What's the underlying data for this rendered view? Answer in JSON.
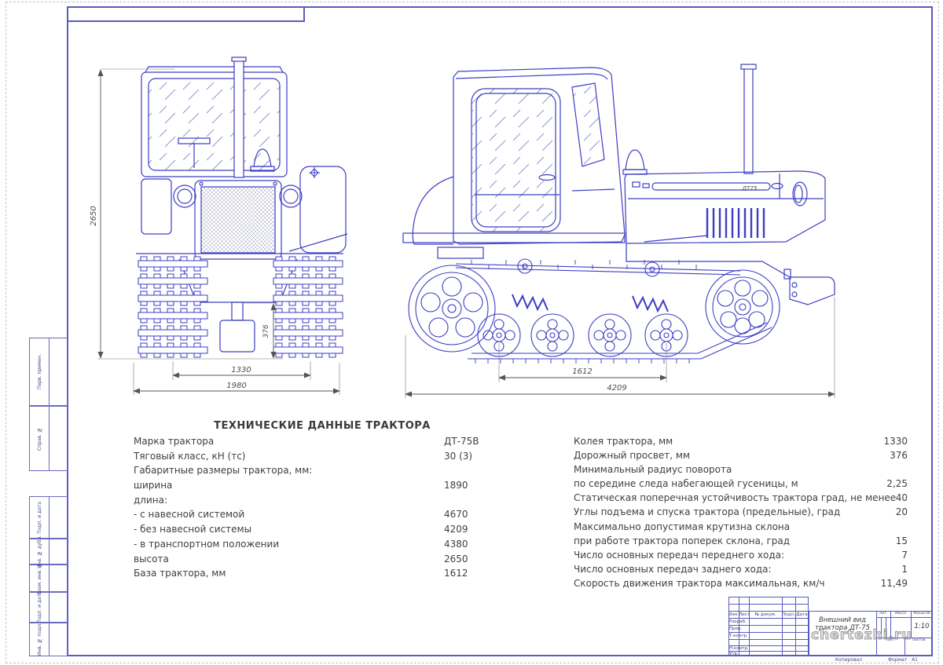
{
  "drawing": {
    "badge": "ДТ75",
    "front_view": {
      "dim_height": "2650",
      "dim_clearance": "376",
      "dim_gauge": "1330",
      "dim_width": "1980"
    },
    "side_view": {
      "dim_base": "1612",
      "dim_length": "4209"
    }
  },
  "tech_table": {
    "title": "ТЕХНИЧЕСКИЕ ДАННЫЕ ТРАКТОРА",
    "left_rows": [
      {
        "label": "Марка   трактора",
        "value": "ДТ-75В"
      },
      {
        "label": "Тяговый  класс,  кН  (тс)",
        "value": "30  (3)"
      },
      {
        "label": "Габаритные размеры трактора, мм:",
        "value": ""
      },
      {
        "label": "ширина",
        "value": "1890"
      },
      {
        "label": "длина:",
        "value": ""
      },
      {
        "label": "-  с   навесной   системой",
        "value": "4670"
      },
      {
        "label": "-  без   навесной   системы",
        "value": "4209"
      },
      {
        "label": "-  в   транспортном       положении",
        "value": "4380"
      },
      {
        "label": "высота",
        "value": "2650"
      },
      {
        "label": "База трактора, мм",
        "value": "1612"
      }
    ],
    "right_rows": [
      {
        "label": "Колея трактора, мм",
        "value": "1330"
      },
      {
        "label": "Дорожный просвет, мм",
        "value": "376"
      },
      {
        "label": "Минимальный радиус поворота",
        "value": ""
      },
      {
        "label": "по  середине   следа   набегающей   гусеницы,  м",
        "value": "2,25"
      },
      {
        "label": "Статическая поперечная устойчивость трактора  град,  не менее",
        "value": "40"
      },
      {
        "label": "Углы подъема и спуска трактора (предельные),   град",
        "value": "20"
      },
      {
        "label": "Максимально допустимая крутизна склона",
        "value": ""
      },
      {
        "label": "при работе трактора поперек  склона,  град",
        "value": "15"
      },
      {
        "label": "Число основных передач переднего хода:",
        "value": "7"
      },
      {
        "label": "Число основных передач заднего хода:",
        "value": "1"
      },
      {
        "label": "Скорость движения трактора максимальная, км/ч",
        "value": "11,49"
      }
    ]
  },
  "title_block": {
    "doc_title_line1": "Внешний вид",
    "doc_title_line2": "трактора ДТ-75",
    "scale_value": "1:10",
    "col_headers": {
      "izm": "Изм.",
      "list": "Лист",
      "doc": "№ докум.",
      "podp": "Подп.",
      "data": "Дата"
    },
    "row_labels": [
      "Разраб.",
      "Пров.",
      "Т.контр.",
      "Н.контр.",
      "Утв."
    ],
    "right_headers": {
      "lit": "Лит.",
      "massa": "Масса",
      "masshtab": "Масштаб"
    },
    "bottom_headers": {
      "list": "Лист",
      "listov": "Листов"
    },
    "footer": {
      "copied": "Копировал",
      "format": "Формат",
      "format_value": "А1"
    }
  },
  "margin_labels": {
    "top_group": [
      "Перв. примен.",
      "Справ. №"
    ],
    "bottom_group": [
      "Подп. и дата",
      "Инв. № дубл.",
      "Взам. инв. №",
      "Подп. и дата",
      "Инв. № подл."
    ]
  },
  "watermark": "chertezhi.ru"
}
